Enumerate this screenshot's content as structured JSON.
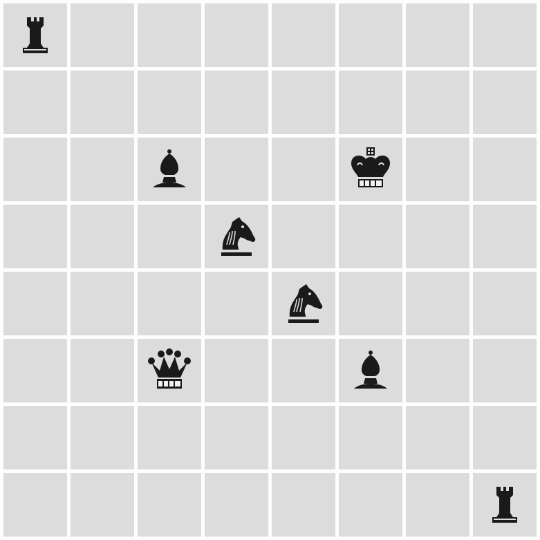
{
  "board": {
    "files": 8,
    "ranks": 8,
    "square_color": "#dcdcdc",
    "grid_line_color": "#fdfdfd",
    "piece_color": "#1a1a1a",
    "pieces": [
      {
        "type": "rook",
        "icon": "rook-icon",
        "row": 0,
        "col": 0
      },
      {
        "type": "bishop",
        "icon": "bishop-icon",
        "row": 2,
        "col": 2
      },
      {
        "type": "king",
        "icon": "king-icon",
        "row": 2,
        "col": 5
      },
      {
        "type": "knight",
        "icon": "knight-icon",
        "row": 3,
        "col": 3
      },
      {
        "type": "knight",
        "icon": "knight-icon",
        "row": 4,
        "col": 4
      },
      {
        "type": "queen",
        "icon": "queen-icon",
        "row": 5,
        "col": 2
      },
      {
        "type": "bishop",
        "icon": "bishop-icon",
        "row": 5,
        "col": 5
      },
      {
        "type": "rook",
        "icon": "rook-icon",
        "row": 7,
        "col": 7
      }
    ]
  }
}
